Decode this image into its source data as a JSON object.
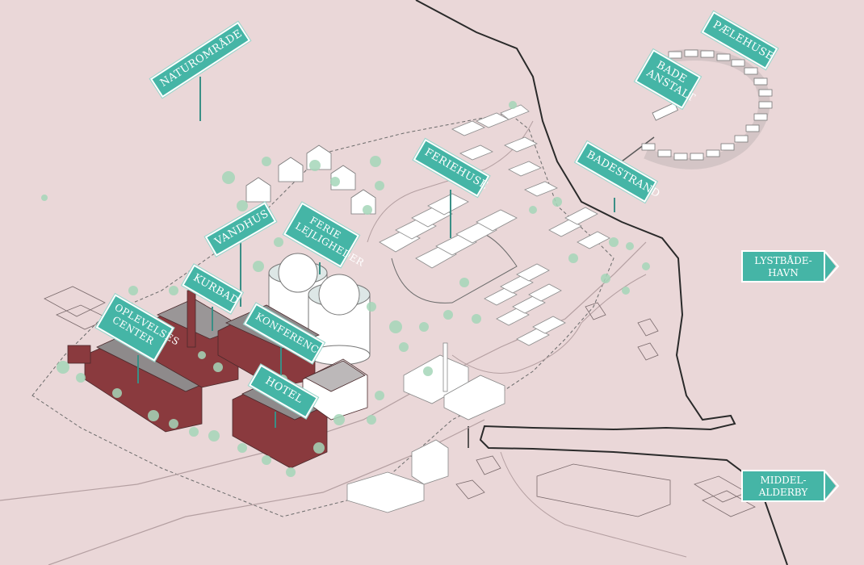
{
  "colors": {
    "background": "#ead7d8",
    "sign": "#45b5a6",
    "building_brick": "#8a3a3e",
    "roof_grey": "#8e8a8b",
    "tree": "#a5d6b8"
  },
  "labels": {
    "naturomraade": "NATUROMRÅDE",
    "paelehuse": "PÆLEHUSE",
    "bade_anstalt": "BADE\nANSTALT",
    "badestrand": "BADESTRAND",
    "feriehuse": "FERIEHUSE",
    "vandhus": "VANDHUS",
    "ferie_lejligheder": "FERIE\nLEJLIGHEDER",
    "kurbad": "KURBAD",
    "oplevelses_center": "OPLEVELSES\nCENTER",
    "konference": "KONFERENCE",
    "hotel": "HOTEL",
    "lystbaade_havn": "LYSTBÅDE-\nHAVN",
    "middelalderby": "MIDDEL-\nALDERBY"
  }
}
